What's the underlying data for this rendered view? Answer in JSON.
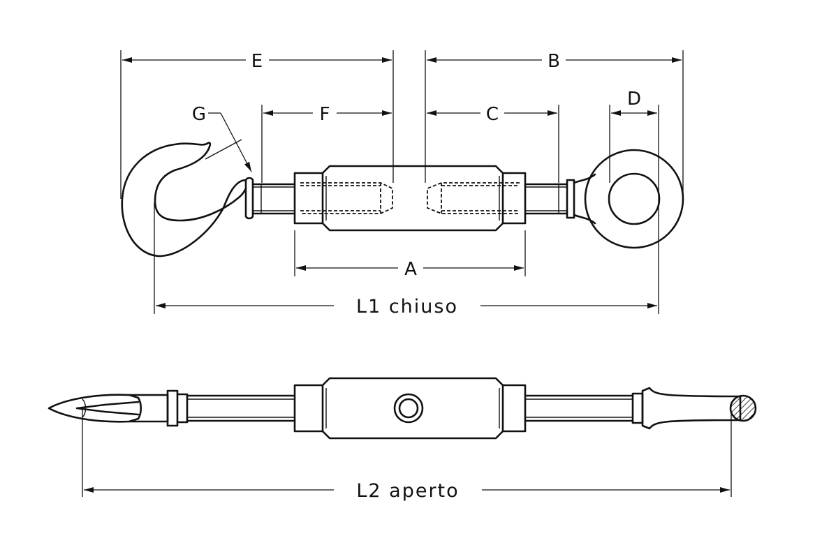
{
  "labels": {
    "E": "E",
    "B": "B",
    "F": "F",
    "C": "C",
    "D": "D",
    "G": "G",
    "A": "A",
    "L1": "L1 chiuso",
    "L2": "L2 aperto"
  },
  "colors": {
    "line": "#111111",
    "background": "#ffffff"
  }
}
